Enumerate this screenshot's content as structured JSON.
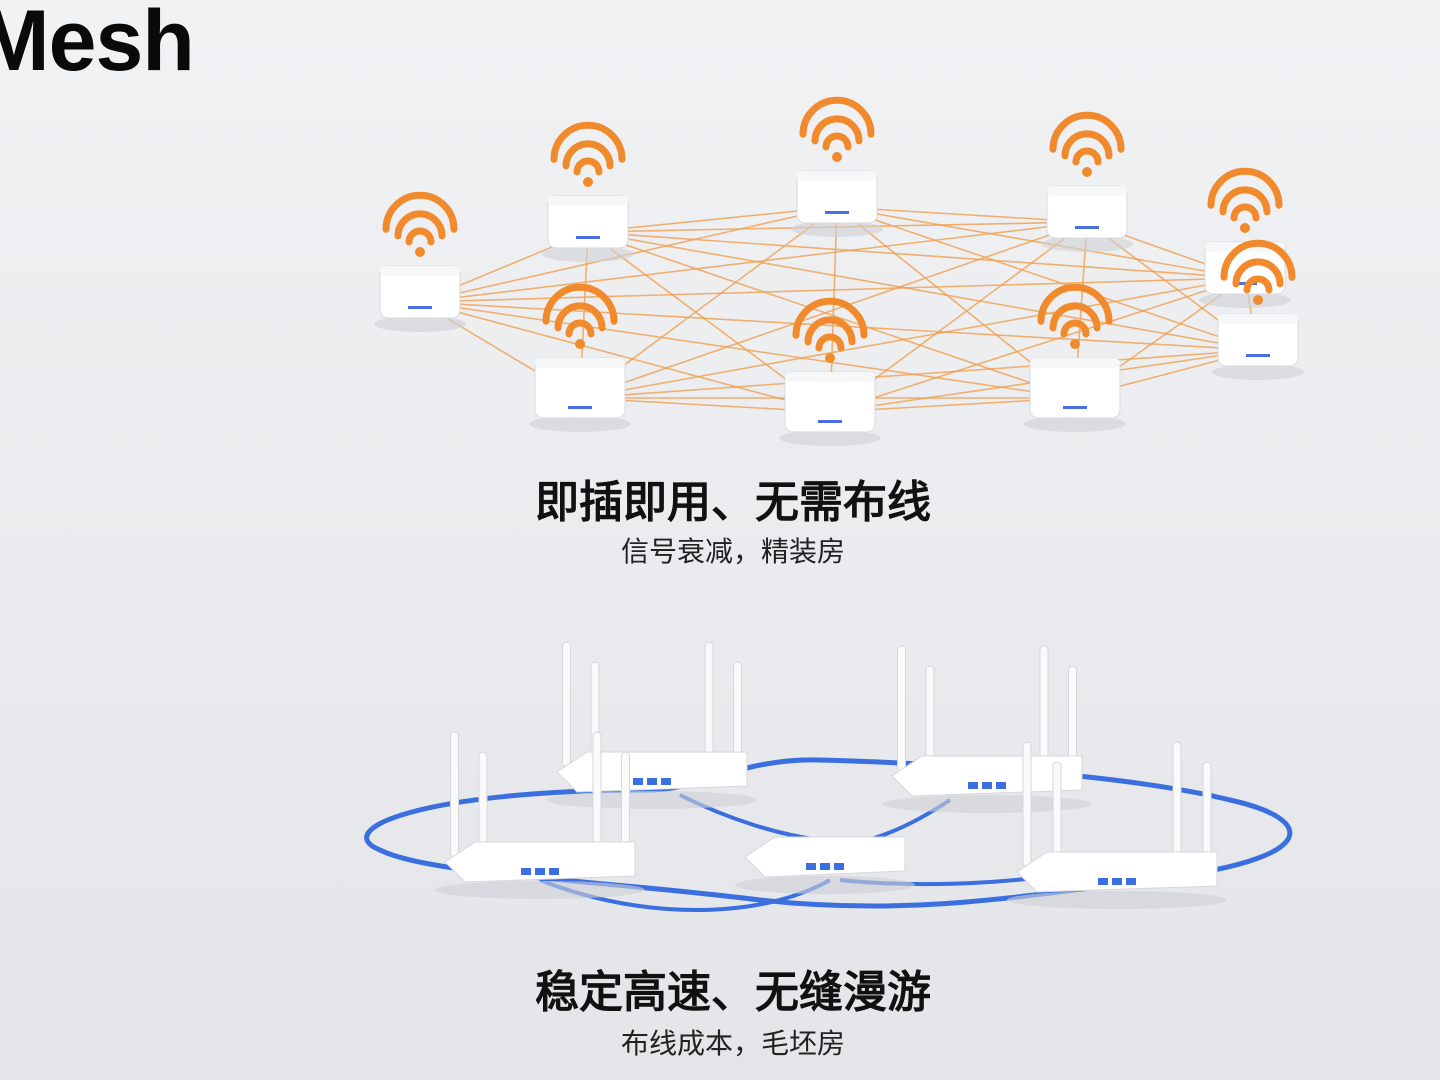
{
  "title": "Mesh",
  "colors": {
    "wifi": "#f08a2c",
    "mesh_lines": "#f0a050",
    "cable": "#3b6fe0",
    "device": "#ffffff"
  },
  "sections": [
    {
      "heading": "即插即用、无需布线",
      "subheading": "信号衰减，精装房",
      "illustration": "wireless-mesh-nodes"
    },
    {
      "heading": "稳定高速、无缝漫游",
      "subheading": "布线成本，毛坯房",
      "illustration": "wired-routers"
    }
  ]
}
